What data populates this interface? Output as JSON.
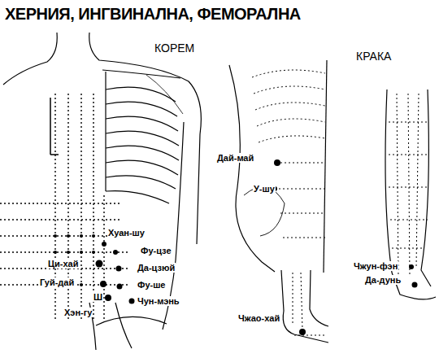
{
  "diagram": {
    "title": "ХЕРНИЯ, ИНГВИНАЛНА, ФЕМОРАЛНА",
    "labels": [
      "КОРЕМ",
      "КРАКА",
      "Дай-май",
      "У-шу",
      "Хуан-шу",
      "Фу-цзе",
      "Ци-хай",
      "Да-цзюй",
      "Гуй-дай",
      "Фу-ше",
      "Ш",
      "Чун-мэнь",
      "Хэн-гу",
      "Чжун-фэн",
      "Да-дунь",
      "Чжао-хай"
    ]
  }
}
